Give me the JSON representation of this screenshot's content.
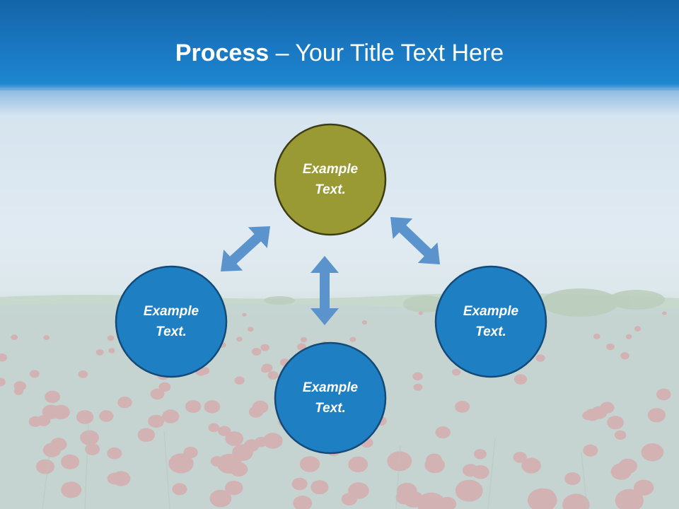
{
  "slide": {
    "title_bold": "Process",
    "title_rest": " – Your Title Text Here"
  },
  "diagram": {
    "nodes": [
      {
        "id": "top",
        "label": "Example\nText.",
        "fill": "#9a9a34",
        "stroke": "#3d3d14"
      },
      {
        "id": "left",
        "label": "Example\nText.",
        "fill": "#1e7fc2",
        "stroke": "#144a78"
      },
      {
        "id": "right",
        "label": "Example\nText.",
        "fill": "#1e7fc2",
        "stroke": "#144a78"
      },
      {
        "id": "bottom",
        "label": "Example\nText.",
        "fill": "#1e7fc2",
        "stroke": "#144a78"
      }
    ],
    "arrow_color": "#5b93cc",
    "connections": [
      {
        "from": "top",
        "to": "left",
        "direction": "both"
      },
      {
        "from": "top",
        "to": "right",
        "direction": "both"
      },
      {
        "from": "top",
        "to": "bottom",
        "direction": "both"
      }
    ]
  },
  "colors": {
    "header": "#1a78c2",
    "title_text": "#ffffff",
    "flower": "#e06a70"
  }
}
